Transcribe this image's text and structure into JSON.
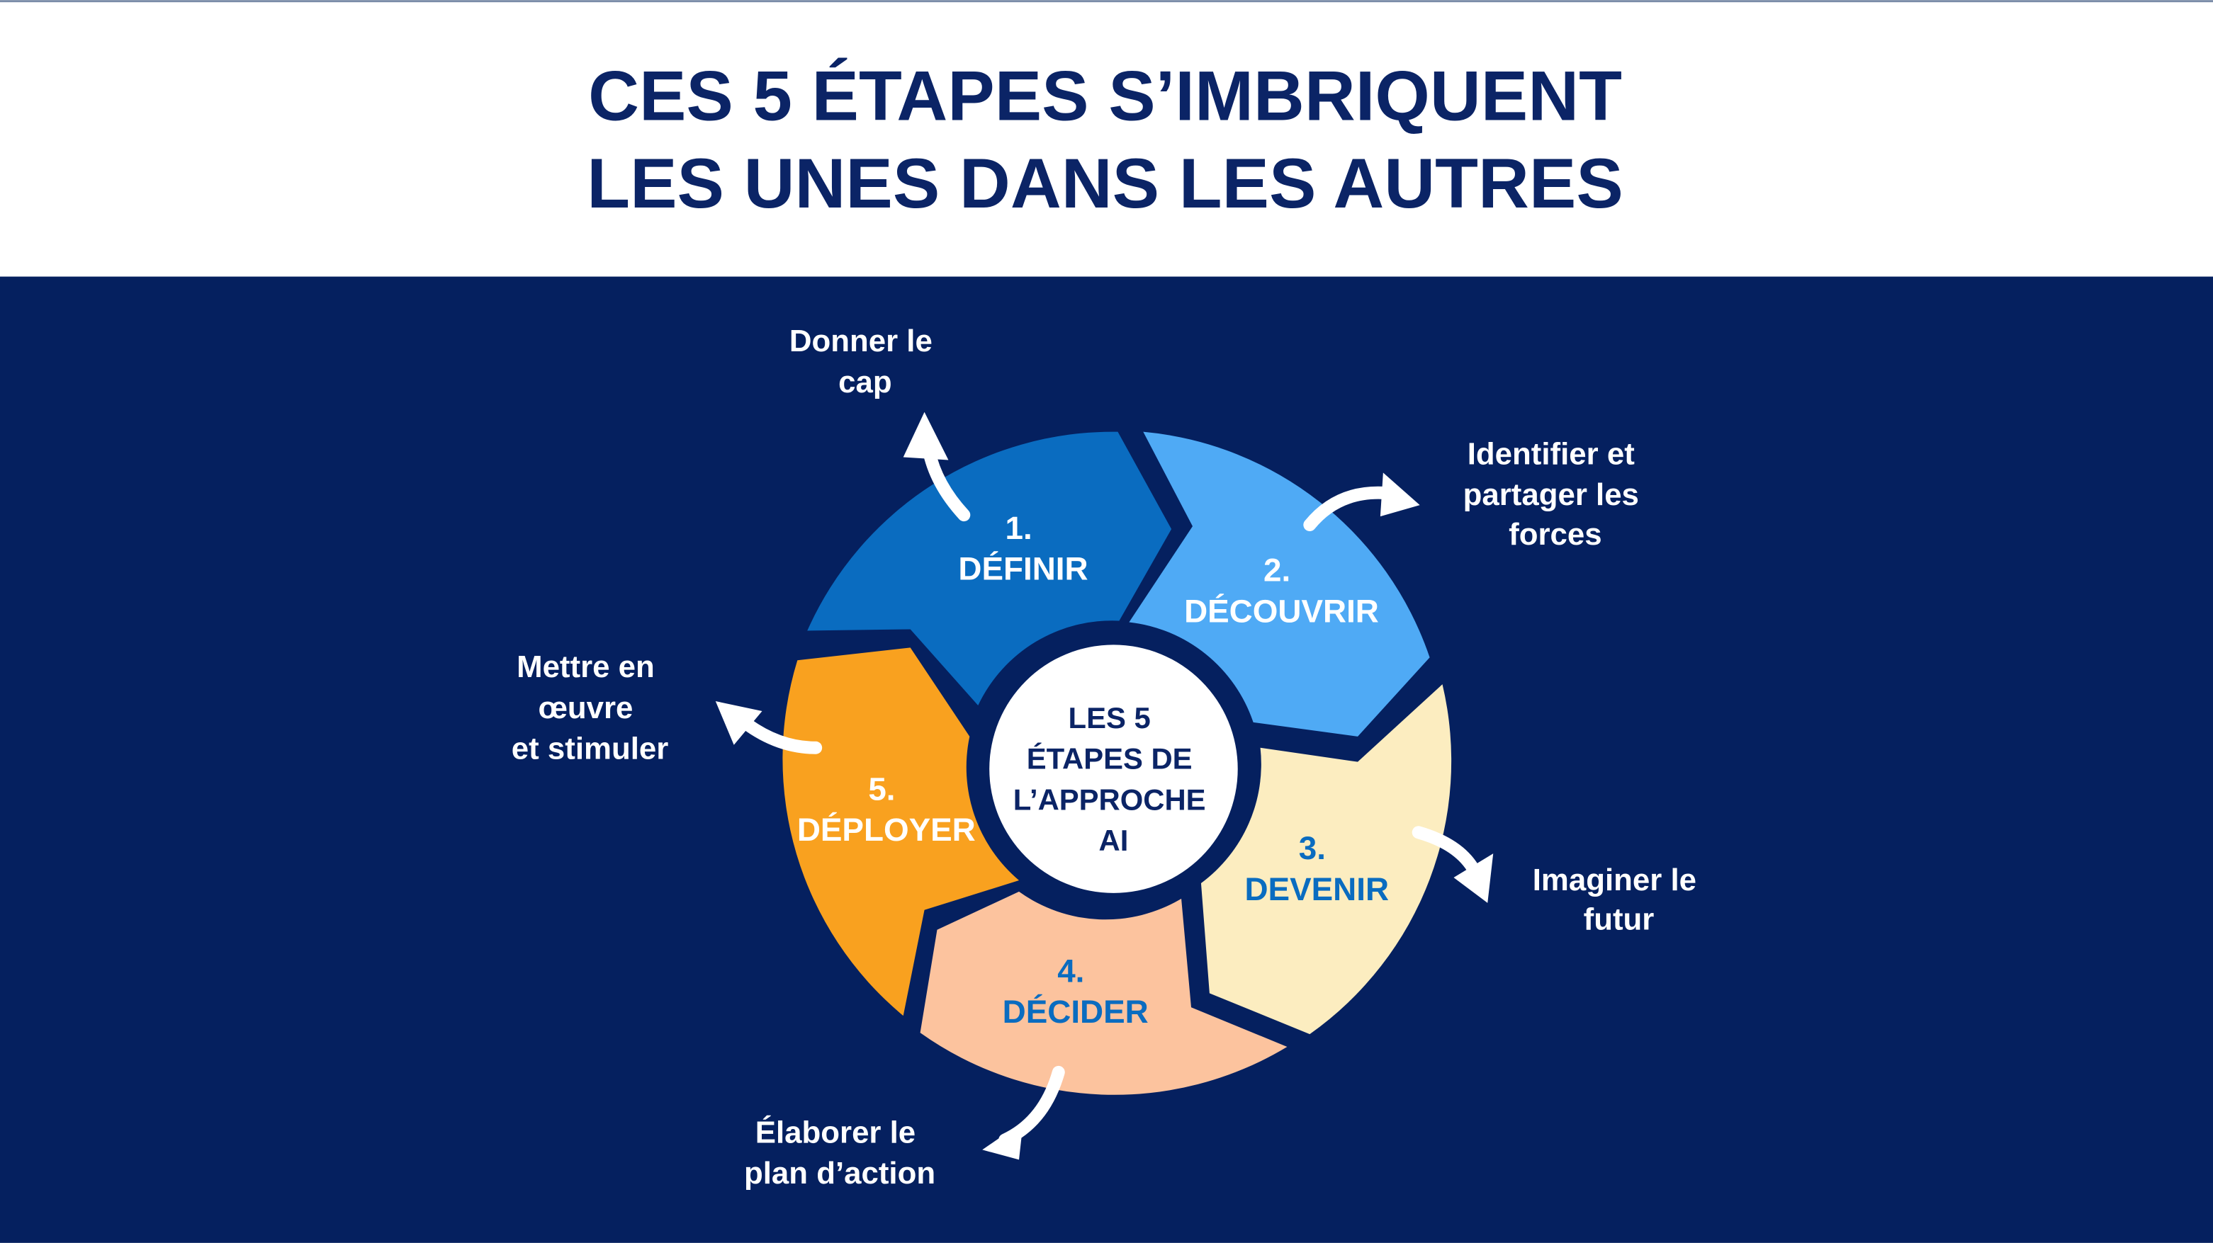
{
  "header": {
    "title_line1": "CES 5 ÉTAPES S’IMBRIQUENT",
    "title_line2": "LES UNES DANS LES AUTRES"
  },
  "colors": {
    "background": "#05205f",
    "title": "#0b2466",
    "definir": "#0a6cc0",
    "decouvrir": "#4faaf5",
    "devenir": "#fcedc0",
    "decider": "#fcc39e",
    "deployer": "#f9a11f",
    "dark_label": "#0a6cc0"
  },
  "center": {
    "line1": "LES 5",
    "line2": "ÉTAPES DE",
    "line3": "L’APPROCHE",
    "line4": "AI"
  },
  "steps": [
    {
      "number": "1.",
      "name": "DÉFINIR",
      "description": [
        "Donner le",
        "cap"
      ]
    },
    {
      "number": "2.",
      "name": "DÉCOUVRIR",
      "description": [
        "Identifier et",
        "partager les",
        "forces"
      ]
    },
    {
      "number": "3.",
      "name": "DEVENIR",
      "description": [
        "Imaginer le",
        "futur"
      ]
    },
    {
      "number": "4.",
      "name": "DÉCIDER",
      "description": [
        "Élaborer le",
        "plan d’action"
      ]
    },
    {
      "number": "5.",
      "name": "DÉPLOYER",
      "description": [
        "Mettre en",
        "œuvre",
        "et stimuler"
      ]
    }
  ]
}
